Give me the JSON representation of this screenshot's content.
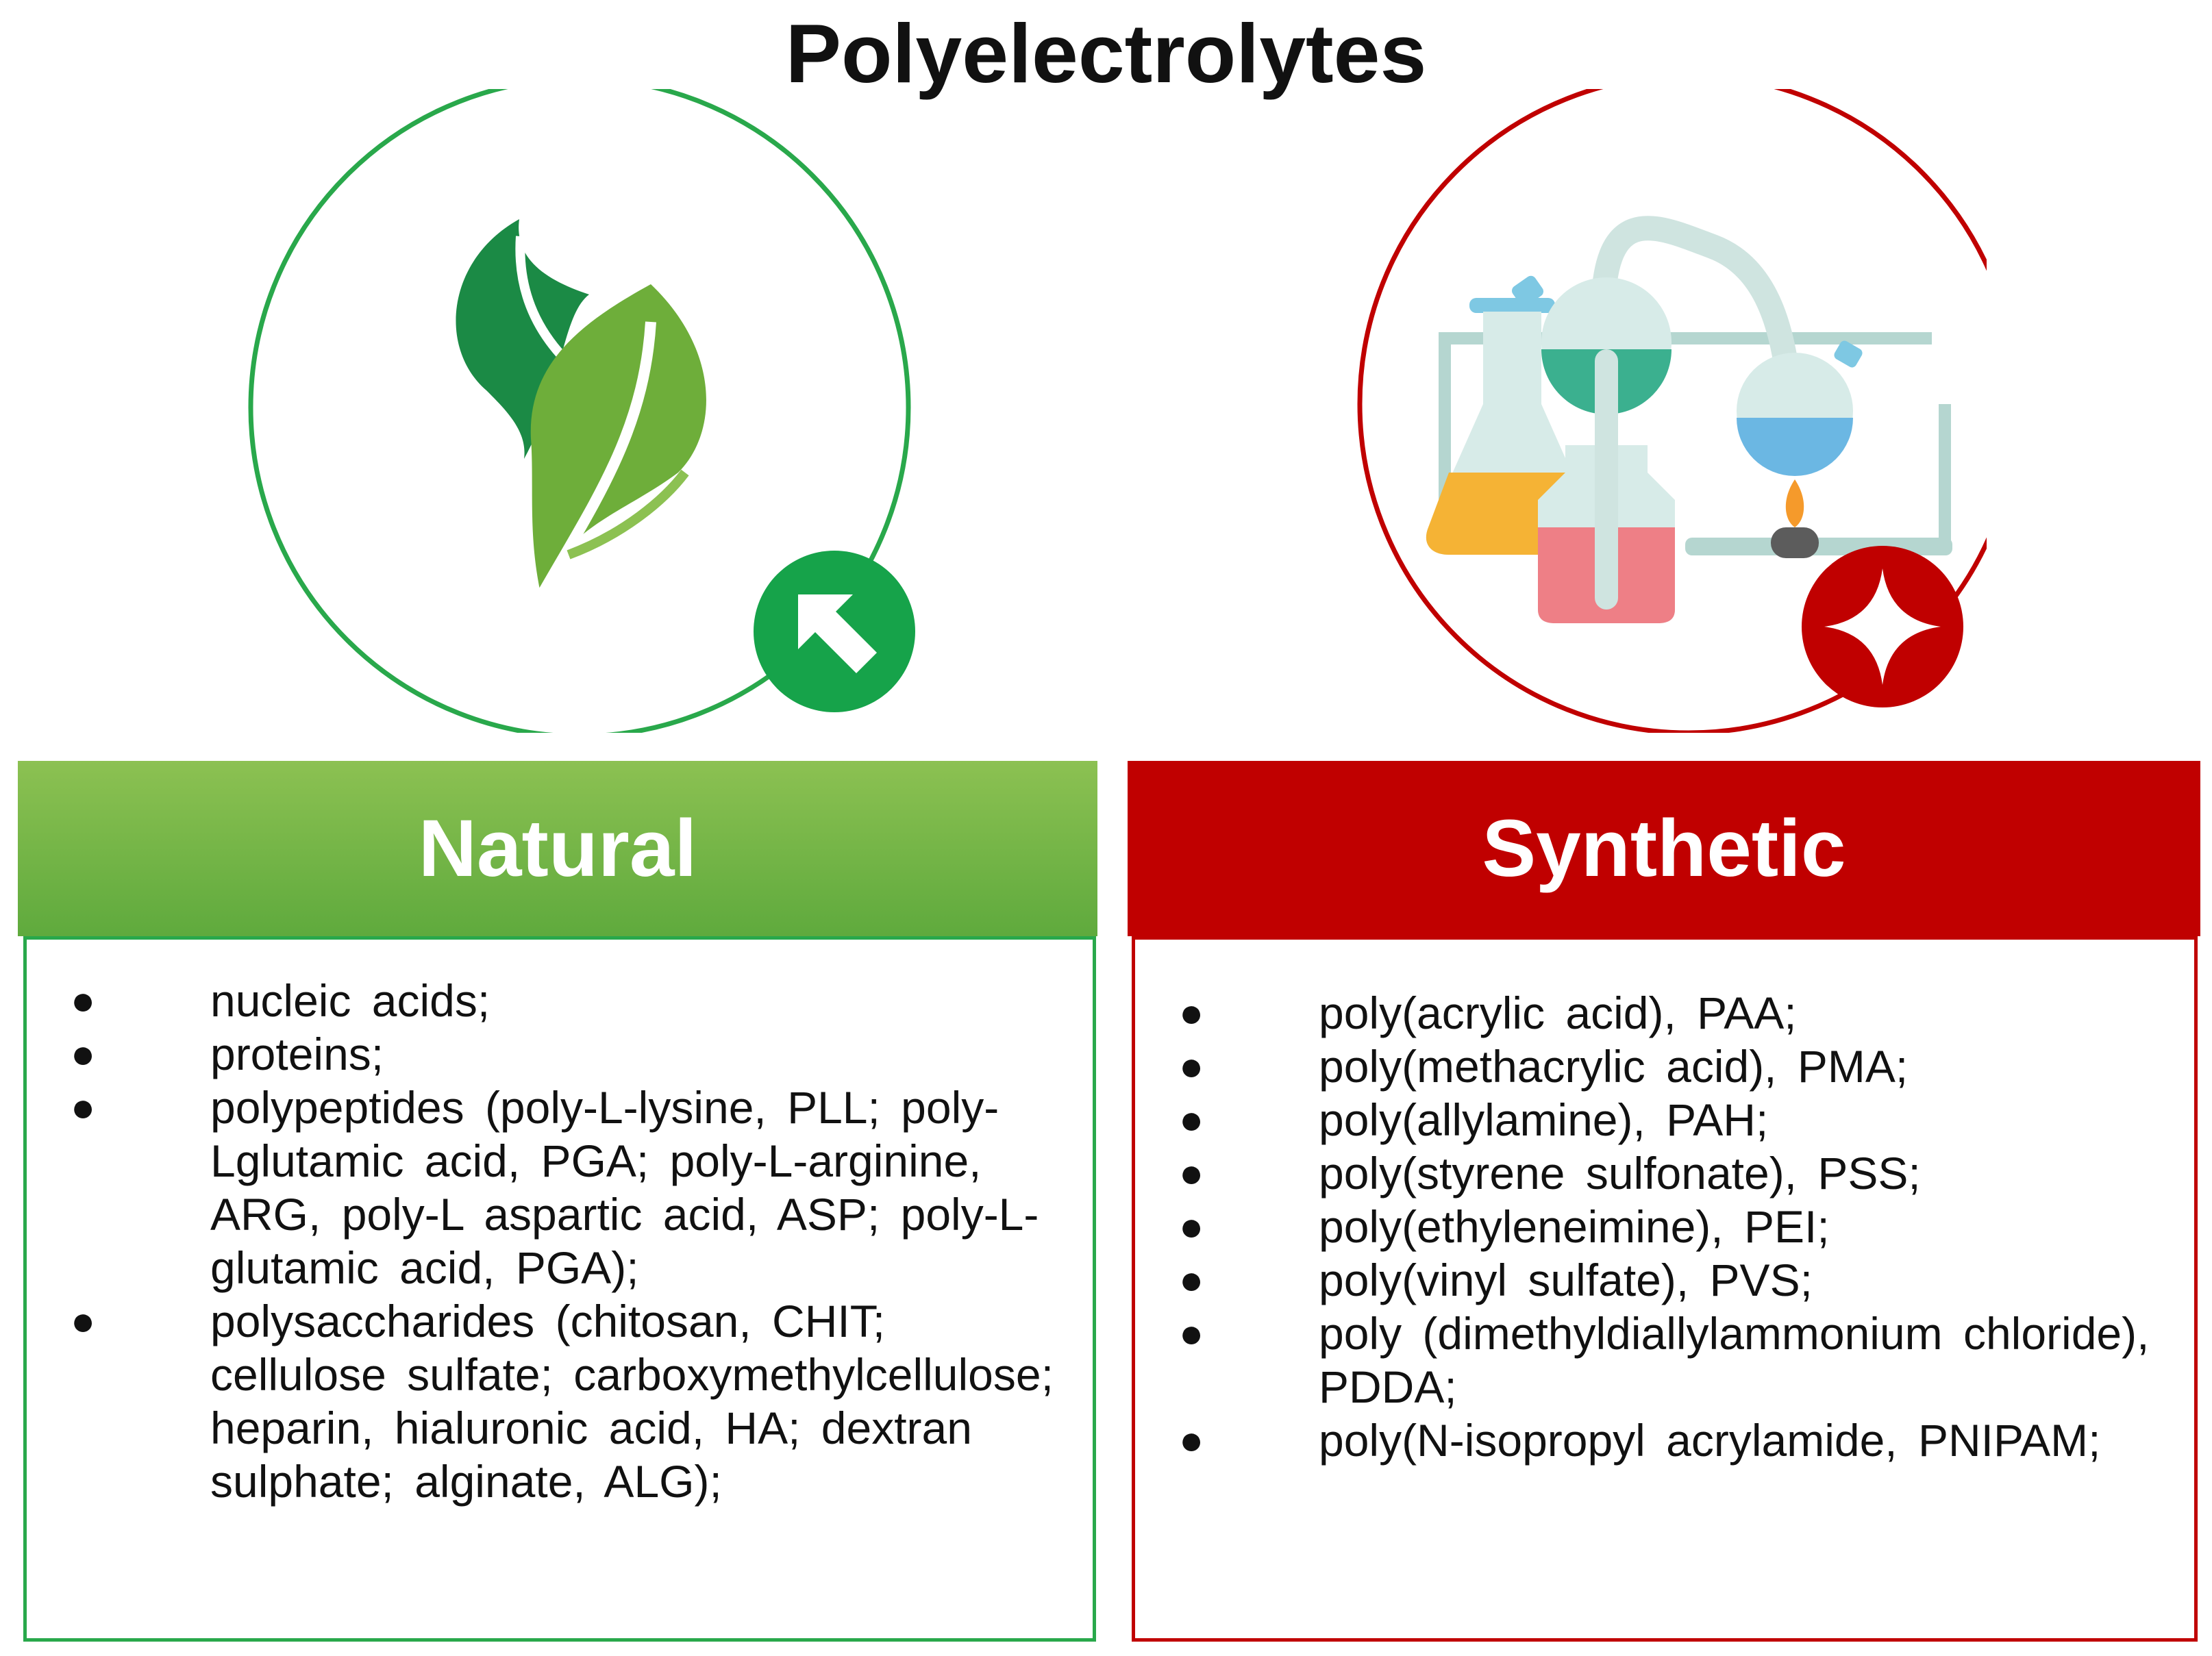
{
  "title": "Polyelectrolytes",
  "natural": {
    "header": "Natural",
    "icon": "leaf-icon",
    "badge_icon": "arrow-up-left-icon",
    "accent": "#29a84b",
    "items": [
      "nucleic acids;",
      "proteins;",
      "polypeptides (poly-L-lysine, PLL; poly-Lglutamic acid, PGA; poly-L-arginine, ARG, poly-L aspartic acid, ASP; poly-L-glutamic acid, PGA);",
      "polysaccharides (chitosan, CHIT; cellulose sulfate; carboxymethylcellulose; heparin, hialuronic acid, HA; dextran sulphate; alginate, ALG);"
    ]
  },
  "synthetic": {
    "header": "Synthetic",
    "icon": "lab-flasks-icon",
    "badge_icon": "four-point-star-icon",
    "accent": "#c00000",
    "items": [
      "poly(acrylic acid), PAA;",
      "poly(methacrylic acid), PMA;",
      "poly(allylamine), PAH;",
      "poly(styrene sulfonate), PSS;",
      "poly(ethyleneimine), PEI;",
      "poly(vinyl sulfate), PVS;",
      "poly (dimethyldiallylammonium chloride), PDDA;",
      "poly(N-isopropyl acrylamide, PNIPAM;"
    ]
  }
}
